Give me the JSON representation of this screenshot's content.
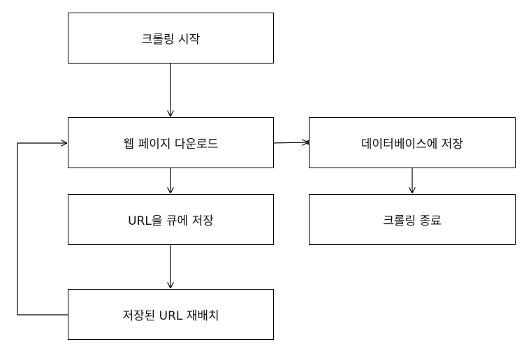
{
  "nodes": {
    "start": "크롤링 시작",
    "download": "웹 페이지 다운로드",
    "queue": "URL을 큐에 저장",
    "requeue": "저장된 URL 재배치",
    "db": "데이터베이스에 저장",
    "end": "크롤링 종료"
  },
  "edges": [
    {
      "from": "start",
      "to": "download"
    },
    {
      "from": "download",
      "to": "queue"
    },
    {
      "from": "queue",
      "to": "requeue"
    },
    {
      "from": "requeue",
      "to": "download"
    },
    {
      "from": "download",
      "to": "db"
    },
    {
      "from": "db",
      "to": "end"
    }
  ],
  "colors": {
    "connector_start_dot": "#4a6fc7",
    "connector_end_dot": "#222222",
    "stroke": "#000000"
  }
}
